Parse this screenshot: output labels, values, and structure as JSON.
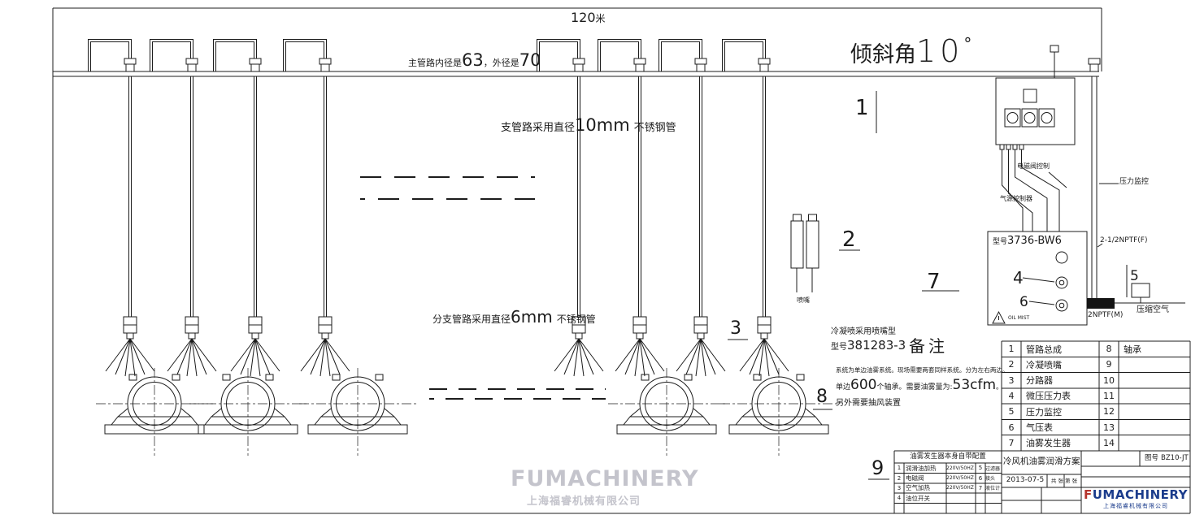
{
  "colors": {
    "line": "#1c1c1c",
    "logo_blue": "#1b3c8c",
    "logo_red": "#b5342c",
    "watermark_gray": "#c4c4cc",
    "background": "#ffffff"
  },
  "annotations": {
    "length_value": "120",
    "length_unit": "米",
    "incline_pre": "倾斜角",
    "incline_value": "10",
    "incline_deg": "°",
    "main_pipe_pre": "主管路内径是",
    "main_pipe_d1": "63",
    "main_pipe_mid": "，外径是",
    "main_pipe_d2": "70",
    "branch_pre": "支管路采用直径",
    "branch_size": "10mm",
    "branch_post": "不锈钢管",
    "subbranch_pre": "分支管路采用直径",
    "subbranch_size": "6mm",
    "subbranch_post": "不锈钢管",
    "nozzle_line1": "冷凝喷采用喷嘴型",
    "nozzle_line2_pre": "型号",
    "nozzle_line2_value": "381283-3",
    "nozzle_small_label": "喷嘴",
    "model_pre": "型号",
    "model_value": "3736-BW6",
    "npt_f": "2-1/2NPTF(F)",
    "npt_m": "2NPTF(M)",
    "compressed_air": "压缩空气",
    "pressure_monitor": "压力监控",
    "solenoid_control": "电磁阀控制",
    "air_source_control": "气源控制器",
    "oil_mist_warning": "OIL MIST"
  },
  "remarks": {
    "title": "备注",
    "line1": "系统为单边油雾系统。现场需要两套同样系统。分为左右两边。",
    "line2_pre": "单边",
    "line2_count": "600",
    "line2_mid": "个轴承。需要油雾量为:",
    "line2_value": "53cfm",
    "line2_end": "。",
    "line3": "另外需要抽风装置"
  },
  "callouts": {
    "c1": "1",
    "c2": "2",
    "c3": "3",
    "c4": "4",
    "c5": "5",
    "c6": "6",
    "c7": "7",
    "c8": "8",
    "c9": "9"
  },
  "parts_table": {
    "rows": [
      {
        "n1": "1",
        "name1": "管路总成",
        "n2": "8",
        "name2": "轴承"
      },
      {
        "n1": "2",
        "name1": "冷凝喷嘴",
        "n2": "9",
        "name2": ""
      },
      {
        "n1": "3",
        "name1": "分路器",
        "n2": "10",
        "name2": ""
      },
      {
        "n1": "4",
        "name1": "微压压力表",
        "n2": "11",
        "name2": ""
      },
      {
        "n1": "5",
        "name1": "压力监控",
        "n2": "12",
        "name2": ""
      },
      {
        "n1": "6",
        "name1": "气压表",
        "n2": "13",
        "name2": ""
      },
      {
        "n1": "7",
        "name1": "油雾发生器",
        "n2": "14",
        "name2": ""
      }
    ]
  },
  "title_block": {
    "config_header": "油雾发生器本身自带配置",
    "config_rows": [
      {
        "n": "1",
        "name": "润滑油加热",
        "spec": "220V/50HZ",
        "n2": "5",
        "name2": "过滤器"
      },
      {
        "n": "2",
        "name": "电磁阀",
        "spec": "220V/50HZ",
        "n2": "6",
        "name2": "接头"
      },
      {
        "n": "3",
        "name": "空气加热",
        "spec": "220V/50HZ",
        "n2": "7",
        "name2": "液位计"
      },
      {
        "n": "4",
        "name": "油位开关",
        "spec": "",
        "n2": "",
        "name2": ""
      },
      {
        "n": "",
        "name": "",
        "spec": "",
        "n2": "",
        "name2": ""
      }
    ],
    "drawing_title": "冷风机油雾润滑方案",
    "date": "2013-07-5",
    "sheet_info": "共 张 第 张",
    "drawing_no_label": "图号",
    "drawing_no": "BZ10-JT"
  },
  "branding": {
    "logo_f": "F",
    "logo_rest": "UMACHINERY",
    "logo_text": "FUMACHINERY",
    "company_name": "上海福睿机械有限公司"
  }
}
